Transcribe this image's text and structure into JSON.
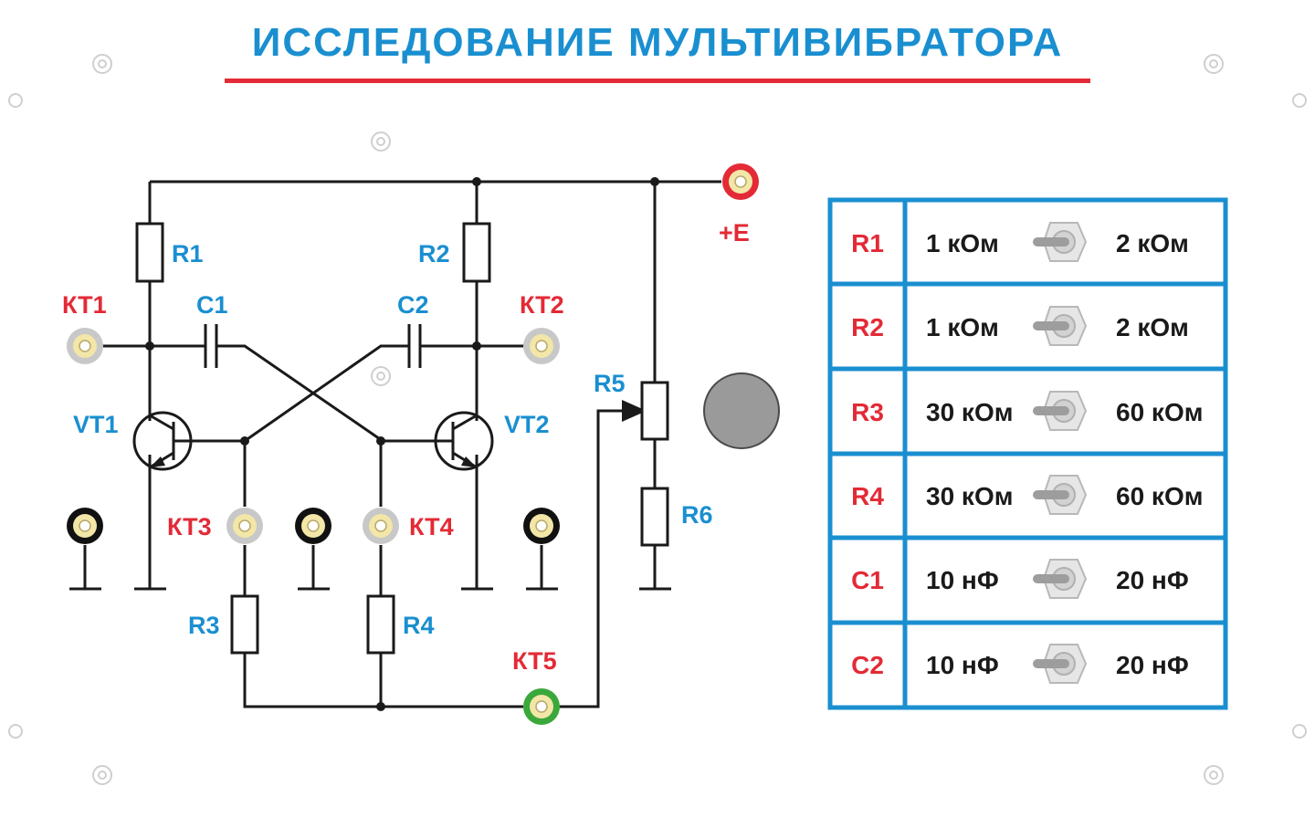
{
  "title": "ИССЛЕДОВАНИЕ МУЛЬТИВИБРАТОРА",
  "colors": {
    "blue": "#1a8fd0",
    "red": "#e32a36",
    "wire": "#1a1a1a",
    "socket_black": "#111111",
    "socket_gray": "#c8c8c8",
    "socket_green": "#3aa83a",
    "socket_red": "#e32a36",
    "socket_core": "#f2e6a8",
    "knob": "#9a9a9a"
  },
  "schematic": {
    "supply_label": "+E",
    "resistors": {
      "r1": "R1",
      "r2": "R2",
      "r3": "R3",
      "r4": "R4",
      "r5": "R5",
      "r6": "R6"
    },
    "capacitors": {
      "c1": "C1",
      "c2": "C2"
    },
    "transistors": {
      "vt1": "VT1",
      "vt2": "VT2"
    },
    "test_points": {
      "kt1": "КТ1",
      "kt2": "КТ2",
      "kt3": "КТ3",
      "kt4": "КТ4",
      "kt5": "КТ5"
    }
  },
  "table": {
    "rows": [
      {
        "name": "R1",
        "left": "1 кОм",
        "right": "2 кОм"
      },
      {
        "name": "R2",
        "left": "1 кОм",
        "right": "2 кОм"
      },
      {
        "name": "R3",
        "left": "30 кОм",
        "right": "60 кОм"
      },
      {
        "name": "R4",
        "left": "30 кОм",
        "right": "60 кОм"
      },
      {
        "name": "C1",
        "left": "10 нФ",
        "right": "20 нФ"
      },
      {
        "name": "C2",
        "left": "10 нФ",
        "right": "20 нФ"
      }
    ]
  }
}
